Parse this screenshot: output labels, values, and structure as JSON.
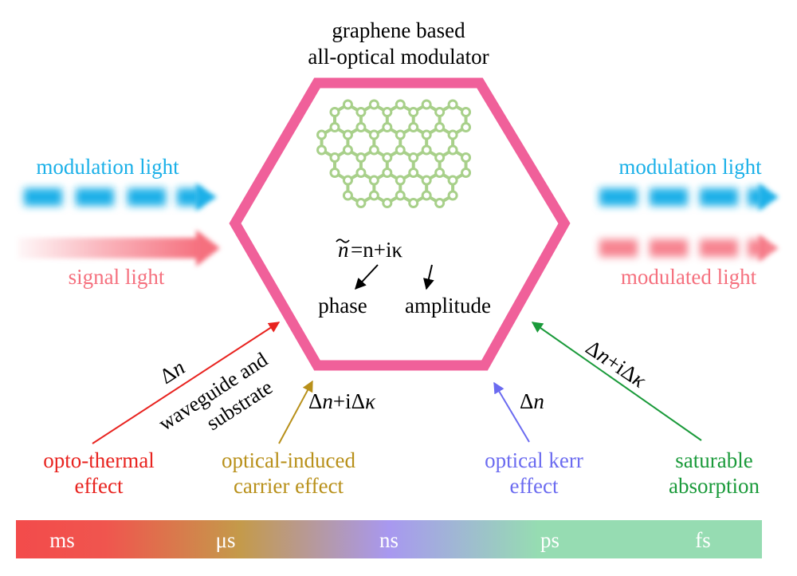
{
  "title": {
    "line1": "graphene based",
    "line2": "all-optical modulator"
  },
  "formula": {
    "n_tilde": "n",
    "rest": "=n+iκ"
  },
  "outputs": {
    "phase": "phase",
    "amplitude": "amplitude"
  },
  "inputs": {
    "modulation_left": "modulation light",
    "signal": "signal light",
    "modulation_right": "modulation light",
    "modulated": "modulated light"
  },
  "mechanisms": [
    {
      "line1": "opto-thermal",
      "line2": "effect",
      "delta": "Δn",
      "note1": "waveguide and",
      "note2": "substrate"
    },
    {
      "line1": "optical-induced",
      "line2": "carrier effect",
      "delta": "Δn+iΔκ"
    },
    {
      "line1": "optical kerr",
      "line2": "effect",
      "delta": "Δn"
    },
    {
      "line1": "saturable",
      "line2": "absorption",
      "delta": "Δn+iΔκ"
    }
  ],
  "timescale": [
    "ms",
    "μs",
    "ns",
    "ps",
    "fs"
  ],
  "colors": {
    "hexagon": "#f0609a",
    "graphene": "#a8d08a",
    "modulation": "#1ab0e8",
    "signal": "#f5707e",
    "thermal": "#e8231f",
    "carrier": "#b8901a",
    "kerr": "#6b6bf0",
    "saturable": "#1a9a3a"
  }
}
